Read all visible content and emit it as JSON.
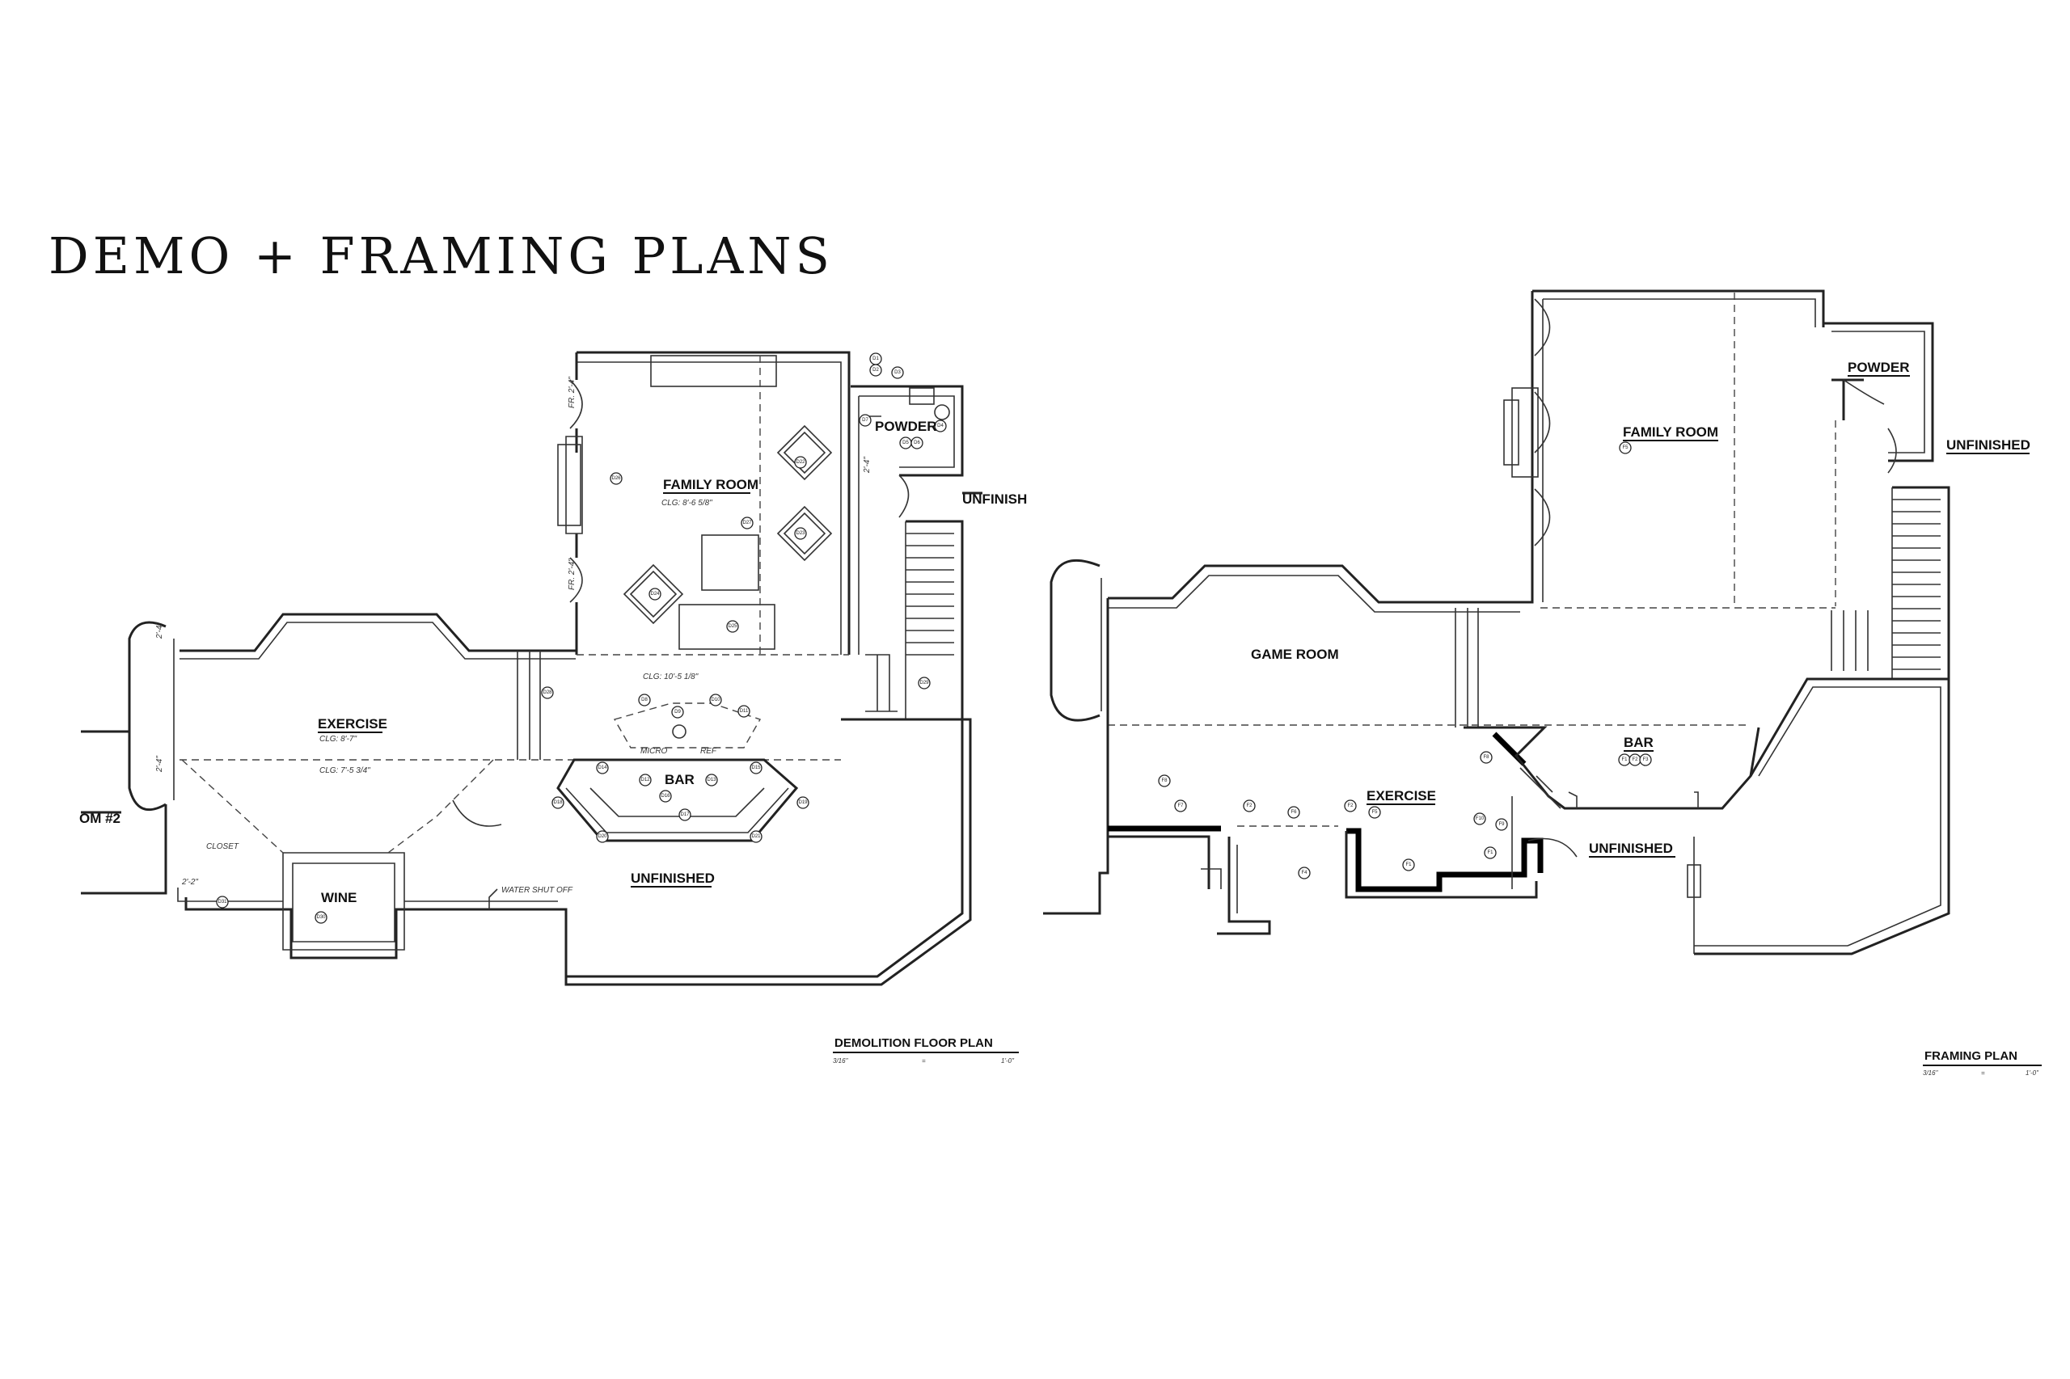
{
  "title": "DEMO + FRAMING PLANS",
  "demolition_plan": {
    "title": "DEMOLITION FLOOR PLAN",
    "scale_left": "3/16\"",
    "scale_mid": "=",
    "scale_right": "1'-0\"",
    "rooms": {
      "family_room": "FAMILY ROOM",
      "powder": "POWDER",
      "unfinished_top": "UNFINISH",
      "exercise": "EXERCISE",
      "bar": "BAR",
      "unfinished": "UNFINISHED",
      "wine": "WINE",
      "bedroom_fragment": "OM #2",
      "closet": "CLOSET"
    },
    "notes": {
      "clg_family": "CLG: 8'-6 5/8\"",
      "clg_main": "CLG: 10'-5 1/8\"",
      "clg_exercise": "CLG: 8'-7\"",
      "clg_exercise_lower": "CLG: 7'-5 3/4\"",
      "micro": "MICRO",
      "ref": "REF",
      "water_shut_off": "WATER SHUT OFF",
      "dim_fr_top": "FR. 2'-4\"",
      "dim_fr_bottom": "FR. 2'-4\"",
      "dim_left_top": "2'-4\"",
      "dim_left_bottom": "2'-4\"",
      "dim_closet": "2'-2\"",
      "dim_powder": "2'-4\""
    },
    "tags": {
      "d1": "D1",
      "d2": "D2",
      "d3": "D3",
      "d4": "D4",
      "d5": "D5",
      "d6": "D6",
      "d7": "D7",
      "d8": "D8",
      "d9": "D9",
      "d10": "D10",
      "d11": "D11",
      "d12": "D12",
      "d13": "D13",
      "d14": "D14",
      "d15": "D15",
      "d16": "D16",
      "d17": "D17",
      "d18": "D18",
      "d19": "D19",
      "d20": "D20",
      "d21": "D21",
      "d22": "D22",
      "d23": "D23",
      "d24": "D24",
      "d25": "D25",
      "d26": "D26",
      "d27": "D27",
      "d28": "D28",
      "d29": "D29",
      "d30": "D30",
      "d31": "D31"
    }
  },
  "framing_plan": {
    "title": "FRAMING PLAN",
    "scale_left": "3/16\"",
    "scale_mid": "=",
    "scale_right": "1'-0\"",
    "rooms": {
      "powder": "POWDER",
      "family_room": "FAMILY ROOM",
      "unfinished_top": "UNFINISHED",
      "game_room": "GAME ROOM",
      "bar": "BAR",
      "exercise": "EXERCISE",
      "unfinished": "UNFINISHED"
    },
    "tags": {
      "f1": "F1",
      "f2": "F2",
      "f3": "F3",
      "f4": "F4",
      "f5": "F5",
      "f6": "F6",
      "f7": "F7",
      "f8": "F8",
      "f9": "F9",
      "f10": "F10"
    }
  }
}
